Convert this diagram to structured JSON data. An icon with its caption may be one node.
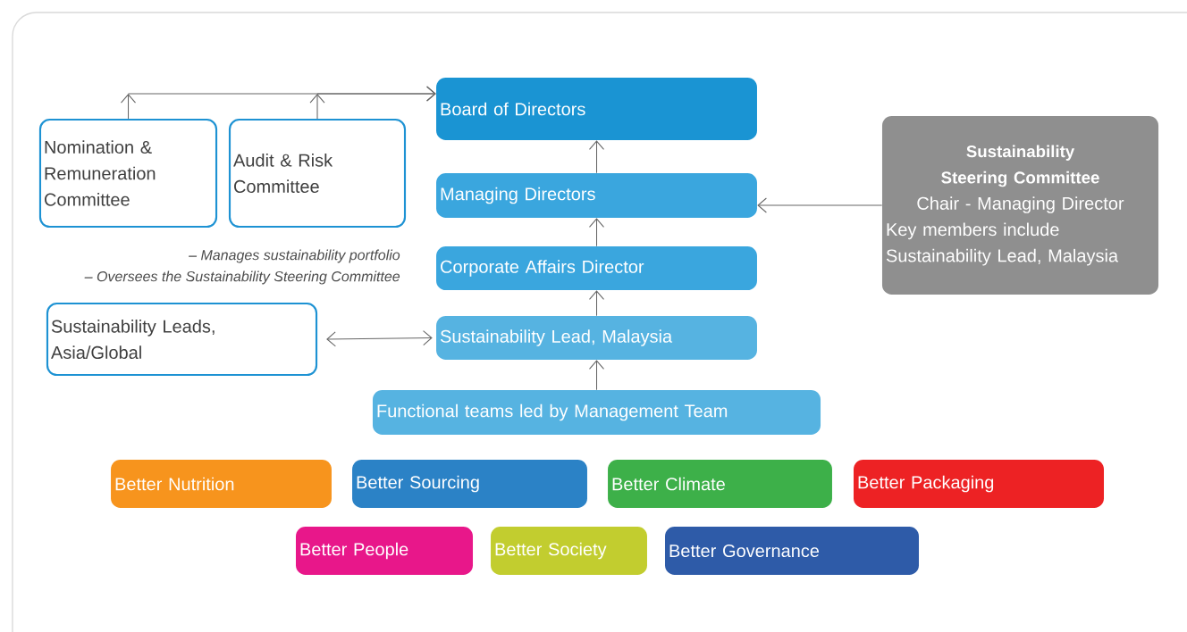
{
  "diagram": {
    "nodes": [
      {
        "text": [
          "Nomination & Remuneration Committee"
        ]
      },
      {
        "text": [
          "Audit & Risk Committee"
        ]
      },
      {
        "text": [
          "Board of Directors"
        ]
      },
      {
        "text": [
          "Managing Directors"
        ]
      },
      {
        "text": [
          "Sustainability Steering Committee",
          "Chair - Managing Director",
          "Key members include Sustainability Lead, Malaysia"
        ]
      },
      {
        "text": [
          "Corporate Affairs Director"
        ]
      },
      {
        "text": [
          "Sustainability Leads, Asia/Global"
        ]
      },
      {
        "text": [
          "Sustainability Lead, Malaysia"
        ]
      },
      {
        "text": [
          "Functional teams led by Management Team"
        ]
      },
      {
        "text": [
          "Better Nutrition"
        ]
      },
      {
        "text": [
          "Better Sourcing"
        ]
      },
      {
        "text": [
          "Better Climate"
        ]
      },
      {
        "text": [
          "Better Packaging"
        ]
      },
      {
        "text": [
          "Better People"
        ]
      },
      {
        "text": [
          "Better Society"
        ]
      },
      {
        "text": [
          "Better Governance"
        ]
      }
    ],
    "edges": [
      {
        "from": 0,
        "to": 2,
        "arrow": "to"
      },
      {
        "from": 1,
        "to": 2,
        "arrow": "to"
      },
      {
        "from": 3,
        "to": 2,
        "arrow": "to"
      },
      {
        "from": 4,
        "to": 3,
        "arrow": "to"
      },
      {
        "from": 5,
        "to": 3,
        "arrow": "to"
      },
      {
        "from": 6,
        "to": 7,
        "arrow": "both"
      },
      {
        "from": 7,
        "to": 5,
        "arrow": "to"
      },
      {
        "from": 8,
        "to": 7,
        "arrow": "to"
      }
    ],
    "labels": [
      "– Manages sustainability portfolio",
      "– Oversees the Sustainability Steering Committee"
    ]
  }
}
